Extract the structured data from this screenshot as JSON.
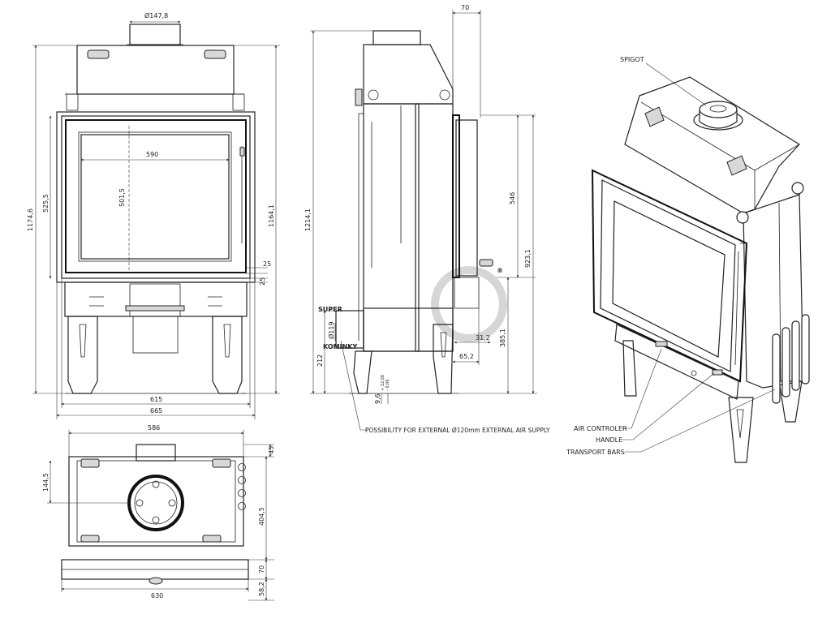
{
  "watermark": {
    "line1": "SUPER",
    "line2": "KOMINKY",
    "mark": "®"
  },
  "front_view": {
    "top_diameter": "Ø147,8",
    "glass_width": "590",
    "glass_height": "501,5",
    "glass_left_height": "525,5",
    "total_height": "1174,6",
    "right_height": "1164,1",
    "frame_25_a": "25",
    "frame_25_b": "25",
    "width_615": "615",
    "width_665": "665"
  },
  "side_view": {
    "top_70": "70",
    "height_1214": "1214,1",
    "door_546": "546",
    "height_923": "923,1",
    "height_385": "385,1",
    "dim_31": "31,2",
    "dim_65": "65,2",
    "dim_212": "212",
    "dia_119": "Ø119",
    "tolerance_main": "9,6",
    "tolerance_plus": "+ 12,00",
    "tolerance_minus": "- 0,00",
    "note": "POSSIBILITY FOR EXTERNAL Ø120mm EXTERNAL AIR SUPPLY"
  },
  "top_view": {
    "width_586": "586",
    "dim_45": "45",
    "dim_144": "144,5",
    "dim_404": "404,5",
    "dim_70": "70",
    "dim_58": "58,2",
    "width_630": "630"
  },
  "iso_view": {
    "spigot": "SPIGOT",
    "air_controller": "AIR CONTROLER",
    "handle": "HANDLE",
    "transport_bars": "TRANSPORT BARS"
  }
}
